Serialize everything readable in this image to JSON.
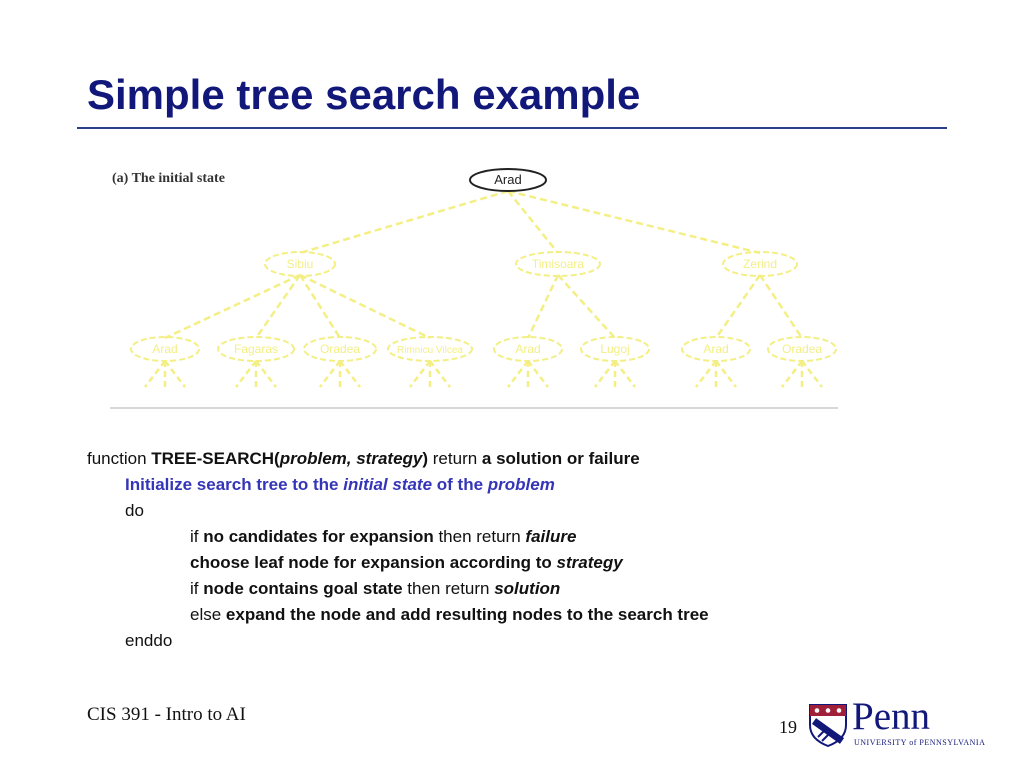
{
  "slide": {
    "title": "Simple tree search example",
    "footer_course": "CIS 391 - Intro to AI",
    "page_number": "19"
  },
  "figure": {
    "caption": "(a) The initial state",
    "root": "Arad",
    "level1": [
      "Sibiu",
      "Timisoara",
      "Zerind"
    ],
    "level2": [
      "Arad",
      "Fagaras",
      "Oradea",
      "Rimnicu Vilcea",
      "Arad",
      "Lugoj",
      "Arad",
      "Oradea"
    ]
  },
  "pseudocode": {
    "l1": {
      "pre": "function ",
      "name": "TREE-SEARCH(",
      "args": "problem, strategy",
      "close": ")",
      "mid": " return ",
      "result": "a solution or failure"
    },
    "l2": {
      "a": "Initialize search tree to the ",
      "b": "initial state",
      "c": " of the ",
      "d": "problem"
    },
    "l3": {
      "a": "do"
    },
    "l4": {
      "a": "if ",
      "b": "no candidates for expansion",
      "c": " then return ",
      "d": "failure"
    },
    "l5": {
      "a": "choose leaf node for expansion according to ",
      "b": "strategy"
    },
    "l6": {
      "a": "if ",
      "b": "node contains goal state",
      "c": " then return ",
      "d": "solution"
    },
    "l7": {
      "a": "else ",
      "b": "expand the node and add resulting nodes to the search tree"
    },
    "l8": {
      "a": "enddo"
    }
  },
  "logo": {
    "word": "Penn",
    "subtitle": "UNIVERSITY of PENNSYLVANIA",
    "colors": {
      "blue": "#12177a",
      "red": "#a0203a"
    }
  },
  "colors": {
    "title": "#12177a",
    "rule": "#2a3f8c",
    "highlight": "#3535b8",
    "tree_faded": "#f3ef85"
  }
}
